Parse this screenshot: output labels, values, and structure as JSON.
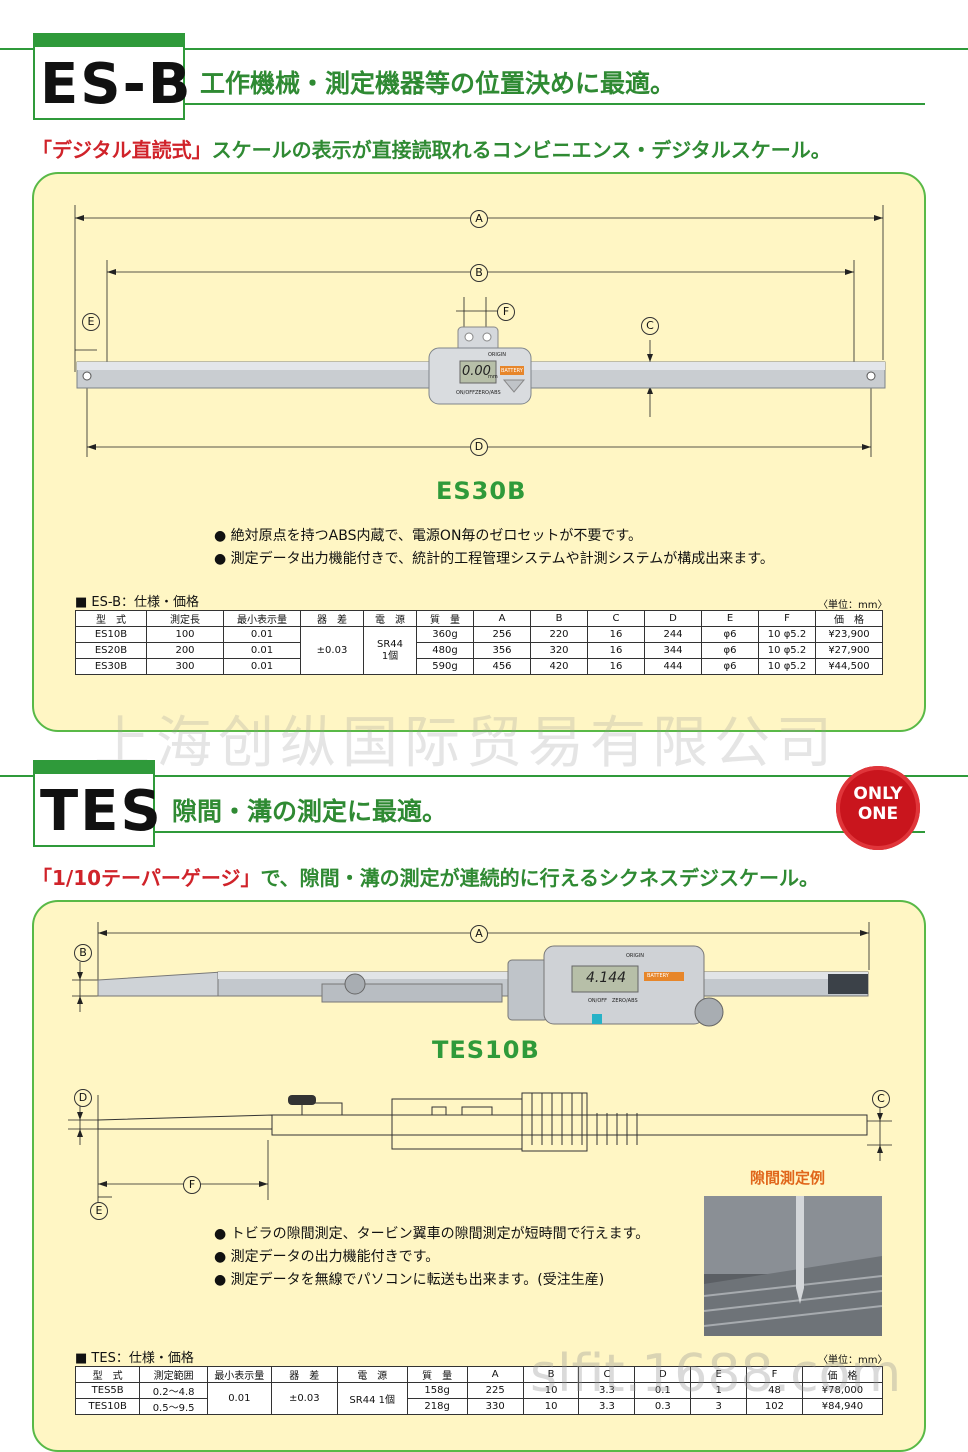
{
  "section1": {
    "tag": "ES-B",
    "headline": "工作機械・測定機器等の位置決めに最適。",
    "sub_red": "「デジタル直読式」",
    "sub_rest": "スケールの表示が直接読取れるコンビニエンス・デジタルスケール。",
    "dims": {
      "a": "A",
      "b": "B",
      "c": "C",
      "d": "D",
      "e": "E",
      "f": "F"
    },
    "display": {
      "reading": "0.00",
      "origin": "ORIGIN",
      "battery": "BATTERY",
      "onoff": "ON/OFF",
      "zeroabs": "ZERO/ABS",
      "unit": "mm"
    },
    "model": "ES30B",
    "bullets": [
      "● 絶対原点を持つABS内蔵で、電源ON毎のゼロセットが不要です。",
      "● 測定データ出力機能付きで、統計的工程管理システムや計測システムが構成出来ます。"
    ],
    "spec_title": "■ ES-B：仕様・価格",
    "unit": "〈単位：mm〉",
    "table": {
      "headers": [
        "型　式",
        "測定長",
        "最小表示量",
        "器　差",
        "電　源",
        "質　量",
        "A",
        "B",
        "C",
        "D",
        "E",
        "F",
        "価　格"
      ],
      "accuracy": "±0.03",
      "power": "SR44\n1個",
      "rows": [
        [
          "ES10B",
          "100",
          "0.01",
          "360g",
          "256",
          "220",
          "16",
          "244",
          "φ6",
          "10 φ5.2",
          "¥23,900"
        ],
        [
          "ES20B",
          "200",
          "0.01",
          "480g",
          "356",
          "320",
          "16",
          "344",
          "φ6",
          "10 φ5.2",
          "¥27,900"
        ],
        [
          "ES30B",
          "300",
          "0.01",
          "590g",
          "456",
          "420",
          "16",
          "444",
          "φ6",
          "10 φ5.2",
          "¥44,500"
        ]
      ]
    }
  },
  "watermark": "上海创纵国际贸易有限公司",
  "watermark2": "slfit.1688.com",
  "section2": {
    "tag": "TES",
    "headline": "隙間・溝の測定に最適。",
    "badge": [
      "ONLY",
      "ONE"
    ],
    "sub_red": "「1/10テーパーゲージ」",
    "sub_rest": "で、隙間・溝の測定が連続的に行えるシクネスデジスケール。",
    "dims": {
      "a": "A",
      "b": "B",
      "c": "C",
      "d": "D",
      "e": "E",
      "f": "F"
    },
    "display": {
      "reading": "4.144",
      "origin": "ORIGIN",
      "battery": "BATTERY",
      "onoff": "ON/OFF",
      "zeroabs": "ZERO/ABS"
    },
    "model": "TES10B",
    "example_title": "隙間測定例",
    "bullets": [
      "● トビラの隙間測定、タービン翼車の隙間測定が短時間で行えます。",
      "● 測定データの出力機能付きです。",
      "● 測定データを無線でパソコンに転送も出来ます。(受注生産)"
    ],
    "spec_title": "■ TES：仕様・価格",
    "unit": "〈単位：mm〉",
    "table": {
      "headers": [
        "型　式",
        "測定範囲",
        "最小表示量",
        "器　差",
        "電　源",
        "質　量",
        "A",
        "B",
        "C",
        "D",
        "E",
        "F",
        "価　格"
      ],
      "resolution": "0.01",
      "accuracy": "±0.03",
      "power": "SR44 1個",
      "rows": [
        [
          "TES5B",
          "0.2～4.8",
          "158g",
          "225",
          "10",
          "3.3",
          "0.1",
          "1",
          "48",
          "¥78,000"
        ],
        [
          "TES10B",
          "0.5～9.5",
          "218g",
          "330",
          "10",
          "3.3",
          "0.3",
          "3",
          "102",
          "¥84,940"
        ]
      ]
    }
  }
}
